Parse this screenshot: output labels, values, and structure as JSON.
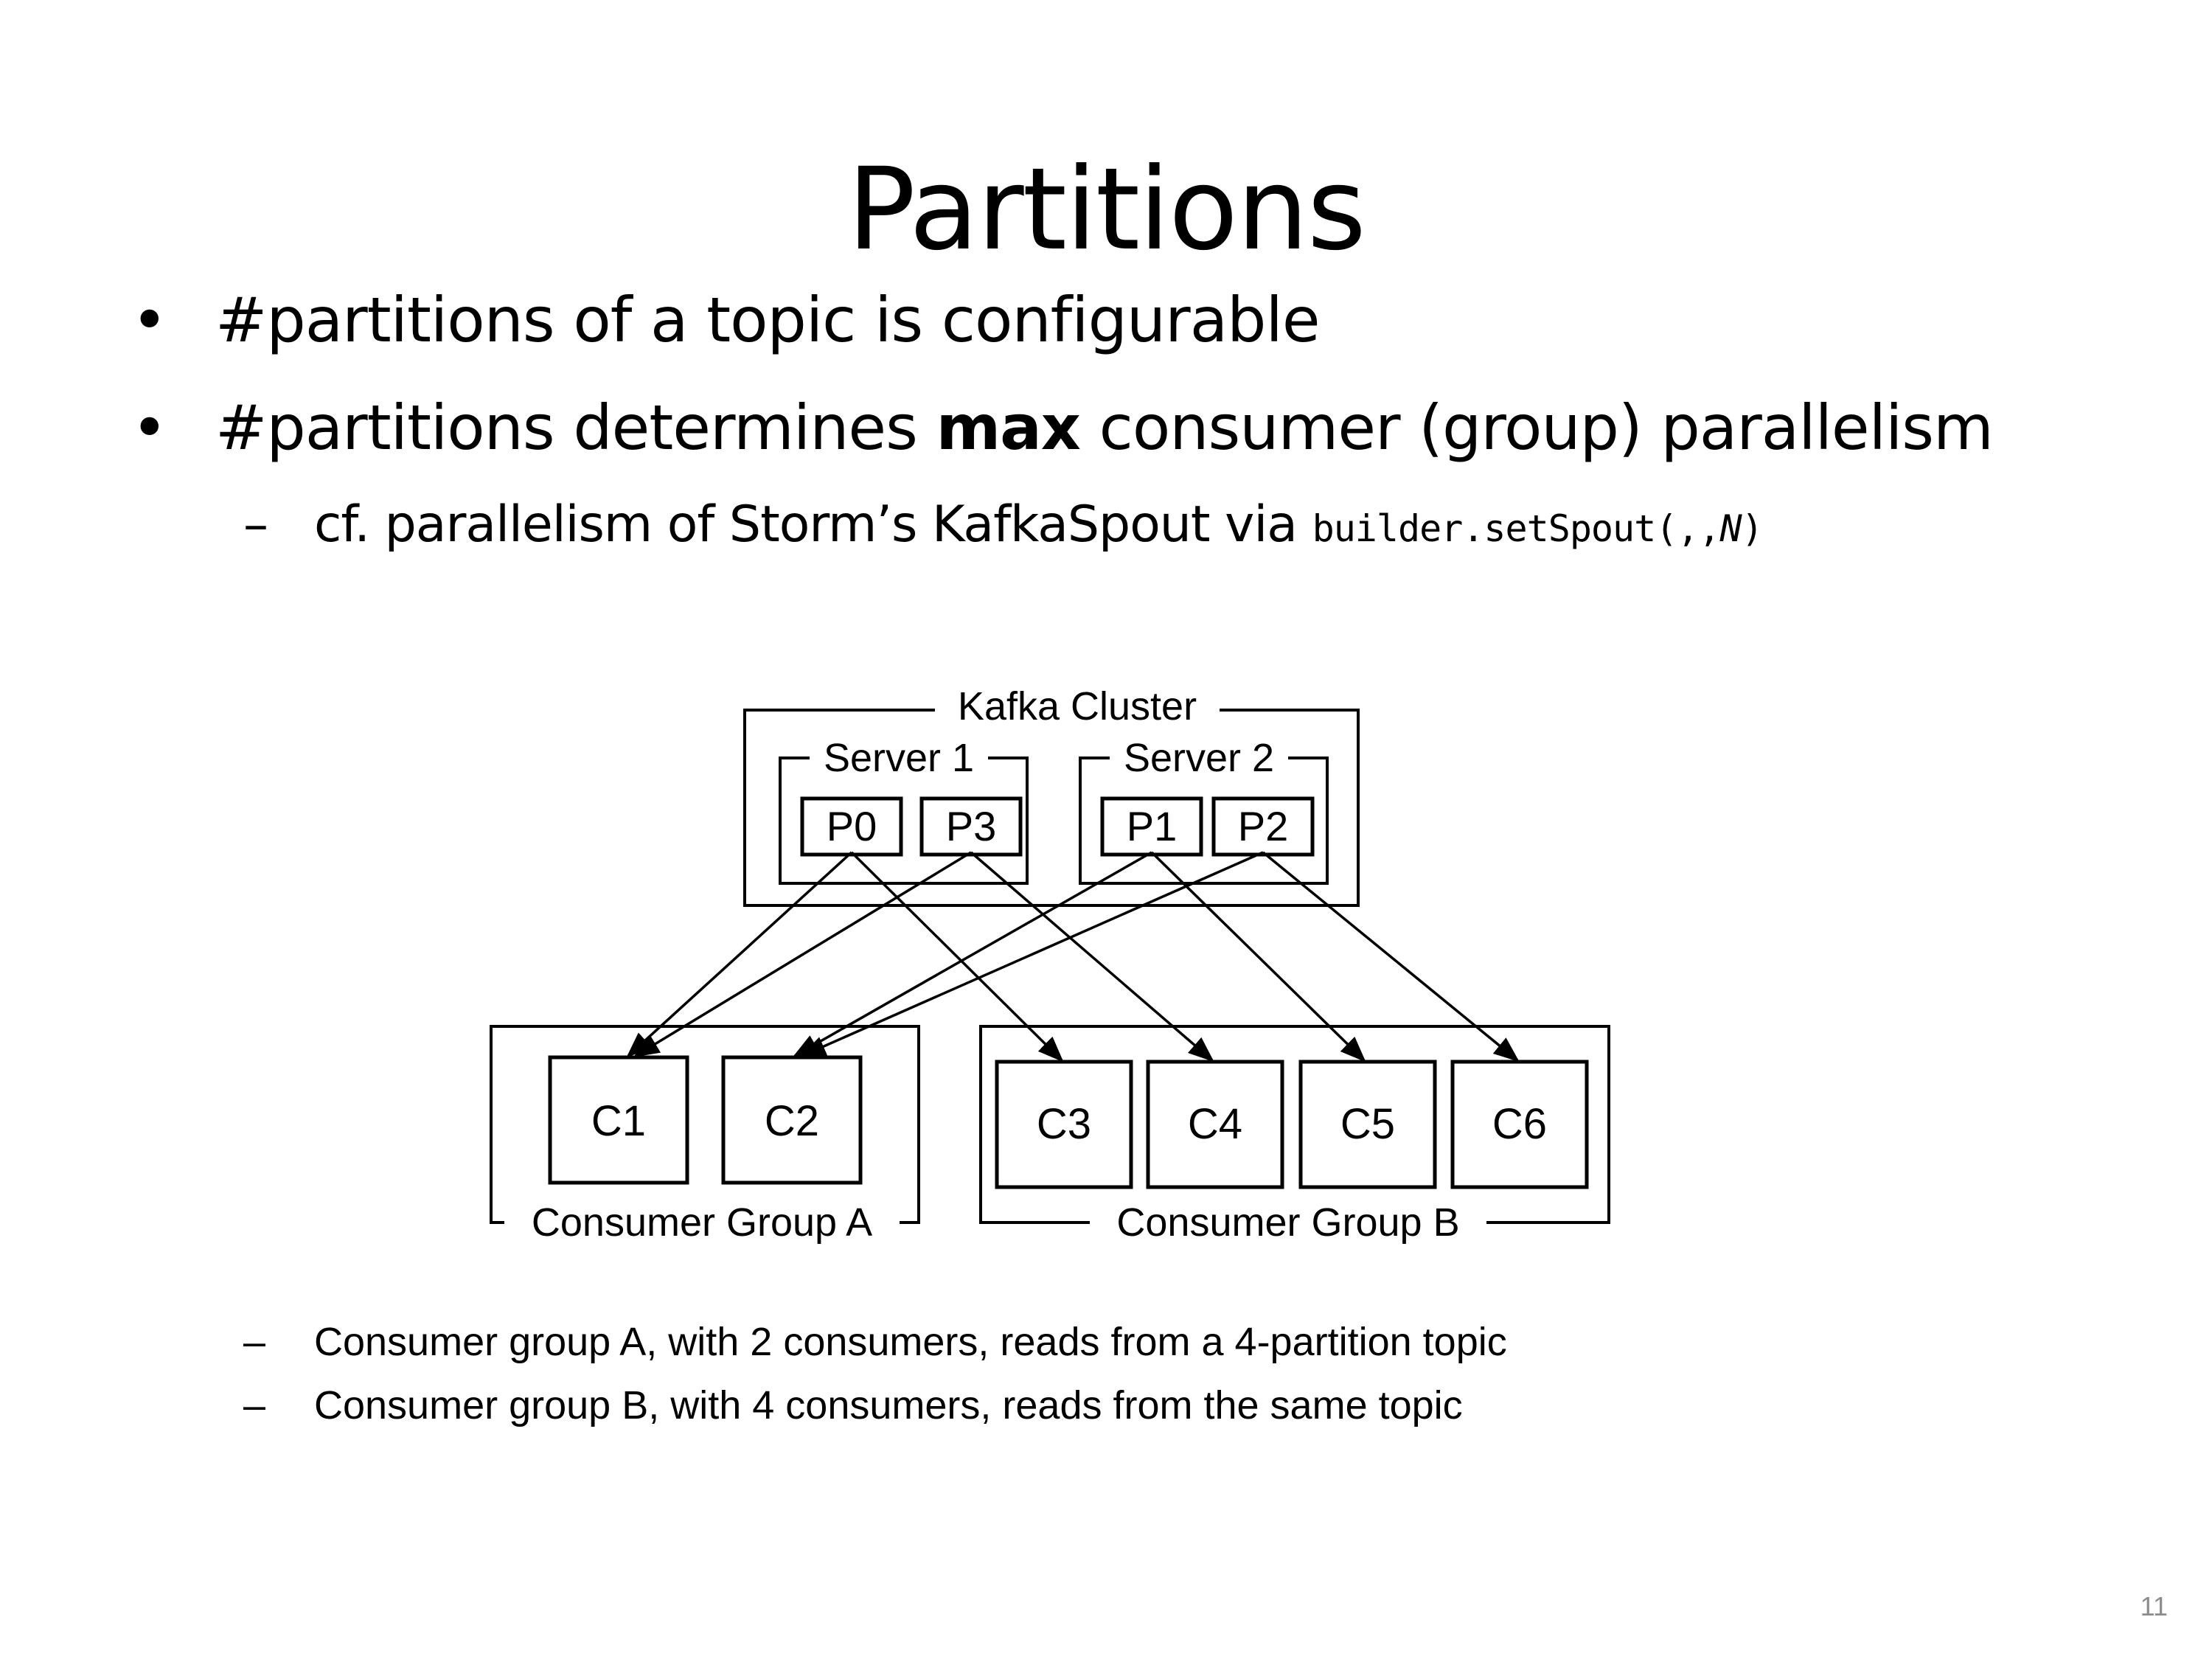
{
  "slide": {
    "title": "Partitions",
    "page_number": "11"
  },
  "bullets": [
    {
      "text": "#partitions of a topic is configurable"
    },
    {
      "pre": "#partitions determines ",
      "bold": "max",
      "post": " consumer (group) parallelism"
    }
  ],
  "sub_bullet": {
    "text": "cf. parallelism of Storm’s KafkaSpout via ",
    "code": "builder.setSpout(,,",
    "code_italic": "N",
    "code_close": ")"
  },
  "diagram": {
    "cluster_label": "Kafka Cluster",
    "servers": [
      {
        "label": "Server 1",
        "partitions": [
          "P0",
          "P3"
        ]
      },
      {
        "label": "Server 2",
        "partitions": [
          "P1",
          "P2"
        ]
      }
    ],
    "groups": [
      {
        "label": "Consumer Group A",
        "consumers": [
          "C1",
          "C2"
        ]
      },
      {
        "label": "Consumer Group B",
        "consumers": [
          "C3",
          "C4",
          "C5",
          "C6"
        ]
      }
    ],
    "assignments": [
      {
        "from": "P0",
        "to": "C1"
      },
      {
        "from": "P0",
        "to": "C3"
      },
      {
        "from": "P3",
        "to": "C1"
      },
      {
        "from": "P3",
        "to": "C4"
      },
      {
        "from": "P1",
        "to": "C2"
      },
      {
        "from": "P1",
        "to": "C5"
      },
      {
        "from": "P2",
        "to": "C2"
      },
      {
        "from": "P2",
        "to": "C6"
      }
    ]
  },
  "captions": [
    "Consumer group A, with 2 consumers, reads from a 4-partition topic",
    "Consumer group B, with 4 consumers, reads from the same topic"
  ]
}
